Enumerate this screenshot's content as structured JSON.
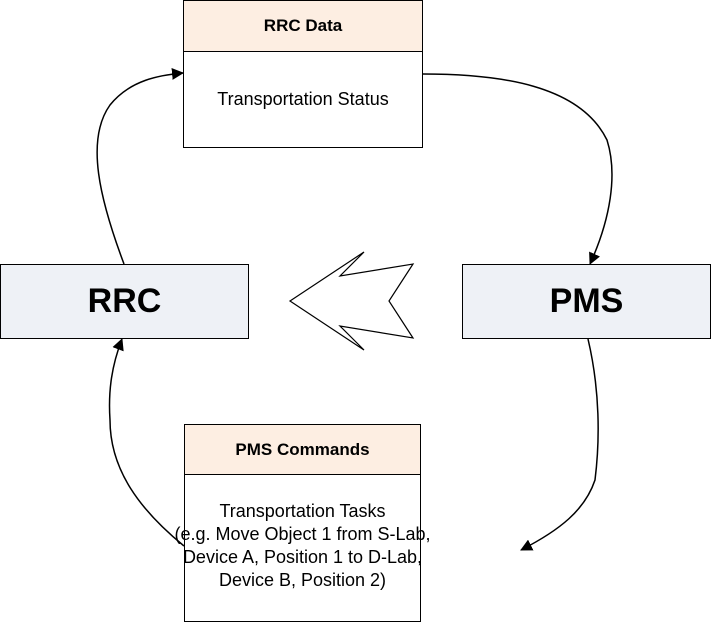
{
  "diagram": {
    "rrc_data": {
      "title": "RRC Data",
      "body_lines": [
        "Transportation Status"
      ]
    },
    "pms_commands": {
      "title": "PMS Commands",
      "body_lines": [
        "Transportation Tasks",
        "(e.g. Move Object 1 from S-Lab,",
        "Device A, Position 1 to D-Lab,",
        "Device B, Position 2)"
      ]
    },
    "rrc": {
      "label": "RRC"
    },
    "pms": {
      "label": "PMS"
    },
    "colors": {
      "header_fill": "#fdeee2",
      "node_fill": "#eef1f6",
      "stroke": "#000000"
    },
    "edges": [
      {
        "from": "RRC",
        "to": "RRC Data"
      },
      {
        "from": "RRC Data",
        "to": "PMS"
      },
      {
        "from": "PMS",
        "to": "PMS Commands"
      },
      {
        "from": "PMS Commands",
        "to": "RRC"
      },
      {
        "from": "PMS",
        "to": "RRC",
        "style": "hollow-block-arrow"
      }
    ]
  }
}
